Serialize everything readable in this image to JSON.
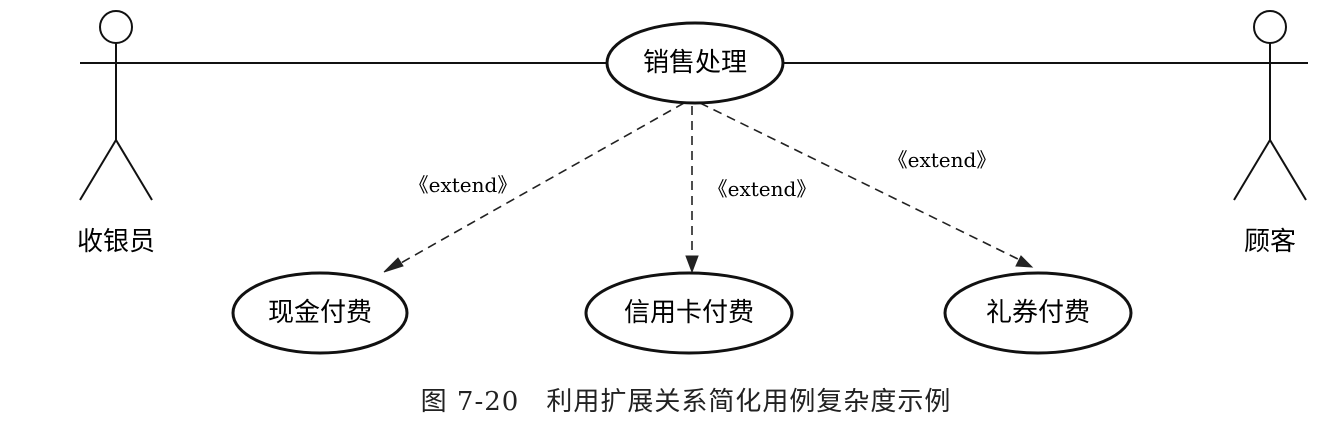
{
  "actors": {
    "left": {
      "label": "收银员"
    },
    "right": {
      "label": "顾客"
    }
  },
  "use_cases": {
    "main": {
      "label": "销售处理"
    },
    "cash": {
      "label": "现金付费"
    },
    "credit": {
      "label": "信用卡付费"
    },
    "coupon": {
      "label": "礼券付费"
    }
  },
  "relations": {
    "extend_left": {
      "label": "《extend》"
    },
    "extend_middle": {
      "label": "《extend》"
    },
    "extend_right": {
      "label": "《extend》"
    }
  },
  "caption": {
    "text": "图 7-20　利用扩展关系简化用例复杂度示例"
  }
}
